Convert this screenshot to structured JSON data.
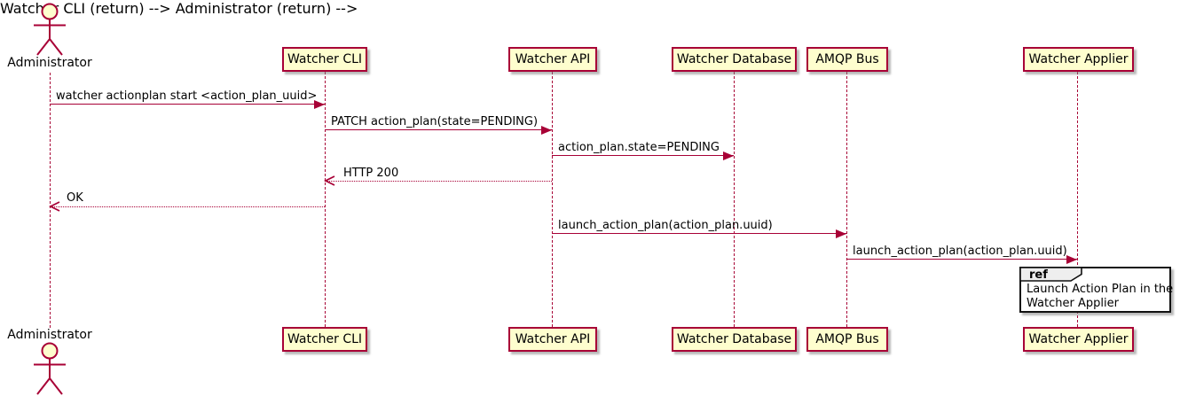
{
  "diagram": {
    "type": "uml-sequence",
    "actor": {
      "name": "Administrator"
    },
    "participants": [
      {
        "label": "Watcher CLI"
      },
      {
        "label": "Watcher API"
      },
      {
        "label": "Watcher Database"
      },
      {
        "label": "AMQP Bus"
      },
      {
        "label": "Watcher Applier"
      }
    ],
    "messages": [
      {
        "from": "Administrator",
        "to": "Watcher CLI",
        "style": "solid",
        "label": "watcher actionplan start <action_plan_uuid>"
      },
      {
        "from": "Watcher CLI",
        "to": "Watcher API",
        "style": "solid",
        "label": "PATCH action_plan(state=PENDING)"
      },
      {
        "from": "Watcher API",
        "to": "Watcher Database",
        "style": "solid",
        "label": "action_plan.state=PENDING"
      },
      {
        "from": "Watcher API",
        "to": "Watcher CLI",
        "style": "dotted-return",
        "label": "HTTP 200"
      },
      {
        "from": "Watcher CLI",
        "to": "Administrator",
        "style": "dotted-return",
        "label": "OK"
      },
      {
        "from": "Watcher API",
        "to": "AMQP Bus",
        "style": "solid",
        "label": "launch_action_plan(action_plan.uuid)"
      },
      {
        "from": "AMQP Bus",
        "to": "Watcher Applier",
        "style": "solid",
        "label": "launch_action_plan(action_plan.uuid)"
      }
    ],
    "ref_fragment": {
      "keyword": "ref",
      "line1": "Launch Action Plan in the",
      "line2": "Watcher Applier"
    },
    "colors": {
      "participant_fill": "#FEFECE",
      "participant_border": "#A80036",
      "line": "#A80036",
      "text": "#000000",
      "ref_tab_fill": "#EEEEEE",
      "ref_border": "#111111",
      "background": "#FFFFFF"
    }
  }
}
